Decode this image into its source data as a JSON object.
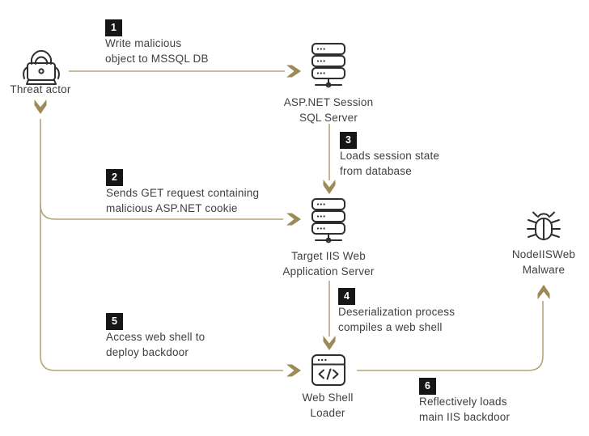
{
  "diagram": {
    "colors": {
      "line": "#b4a67c",
      "arrow": "#9c8b59",
      "text": "#3f3f3f",
      "badge_bg": "#161616",
      "badge_text": "#ffffff",
      "icon": "#2e2e2e",
      "bg": "#ffffff"
    },
    "nodes": {
      "threat_actor": {
        "label": "Threat actor",
        "icon": "hacker-icon"
      },
      "sql_server": {
        "lines": [
          "ASP.NET Session",
          "SQL Server"
        ],
        "icon": "server-stack-icon"
      },
      "iis_server": {
        "lines": [
          "Target IIS Web",
          "Application Server"
        ],
        "icon": "server-stack-icon"
      },
      "web_shell_loader": {
        "lines": [
          "Web Shell",
          "Loader"
        ],
        "icon": "code-window-icon"
      },
      "malware": {
        "lines": [
          "NodeIISWeb",
          "Malware"
        ],
        "icon": "bug-icon"
      }
    },
    "steps": [
      {
        "number": "1",
        "lines": [
          "Write malicious",
          "object to MSSQL DB"
        ]
      },
      {
        "number": "2",
        "lines": [
          "Sends GET request containing",
          "malicious ASP.NET cookie"
        ]
      },
      {
        "number": "3",
        "lines": [
          "Loads session state",
          "from database"
        ]
      },
      {
        "number": "4",
        "lines": [
          "Deserialization process",
          "compiles a web shell"
        ]
      },
      {
        "number": "5",
        "lines": [
          "Access web shell to",
          "deploy backdoor"
        ]
      },
      {
        "number": "6",
        "lines": [
          "Reflectively loads",
          "main IIS backdoor"
        ]
      }
    ]
  }
}
